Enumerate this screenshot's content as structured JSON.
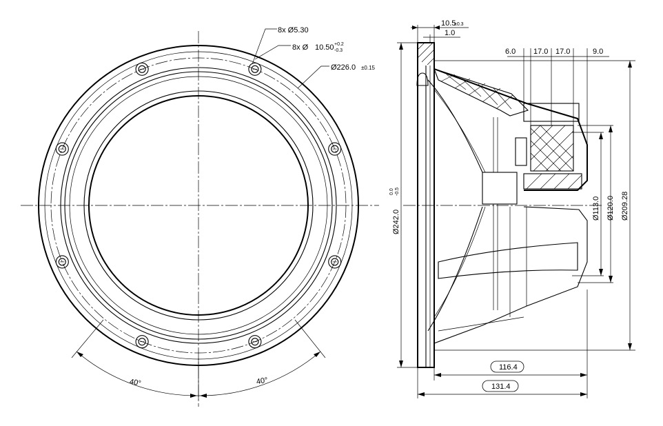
{
  "front_view": {
    "hole_label": "8x Ø5.30",
    "counterbore_prefix": "8x Ø",
    "counterbore_value": "10.50",
    "counterbore_tol_plus": "+0.2",
    "counterbore_tol_minus": "-0.3",
    "bolt_circle_value": "Ø226.0",
    "bolt_circle_tol": "±0.15",
    "angle_left": "40°",
    "angle_right": "40°"
  },
  "side_view": {
    "flange_thickness": "10.5",
    "flange_thickness_tol": "±0.3",
    "offset": "1.0",
    "dim_a": "6.0",
    "dim_b": "17.0",
    "dim_c": "17.0",
    "dim_d": "9.0",
    "outer_diameter": "Ø242.0",
    "outer_diameter_tol_plus": "0.0",
    "outer_diameter_tol_minus": "-0.5",
    "magnet_inner": "Ø113.0",
    "magnet_outer": "Ø120.0",
    "frame_diameter": "Ø209.28",
    "depth_1": "116.4",
    "depth_2": "131.4"
  }
}
